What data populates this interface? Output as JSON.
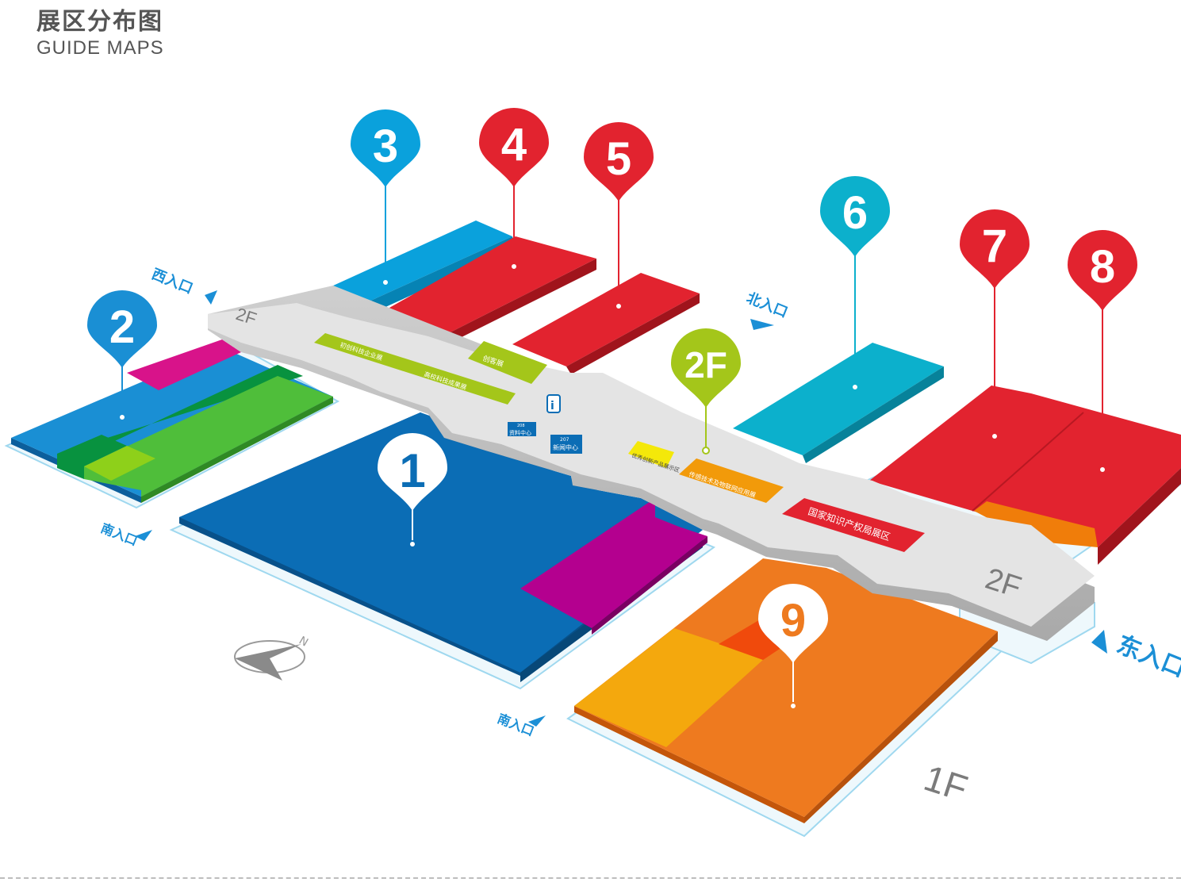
{
  "header": {
    "title_cn": "展区分布图",
    "title_en": "GUIDE MAPS"
  },
  "halls": [
    {
      "id": "1",
      "color": "#0b6db5"
    },
    {
      "id": "2",
      "color": "#1a8fd4"
    },
    {
      "id": "3",
      "color": "#0aa1dc"
    },
    {
      "id": "4",
      "color": "#e2232f"
    },
    {
      "id": "5",
      "color": "#e2232f"
    },
    {
      "id": "6",
      "color": "#0cb0cc"
    },
    {
      "id": "7",
      "color": "#e2232f"
    },
    {
      "id": "8",
      "color": "#e2232f"
    },
    {
      "id": "9",
      "color": "#ee7a1f"
    }
  ],
  "level_marker": {
    "label": "2F",
    "color": "#a4c61a"
  },
  "floor_labels": {
    "upper_left": "2F",
    "upper_right": "2F",
    "ground": "1F"
  },
  "entrances": {
    "west": "西入口",
    "north": "北入口",
    "east": "东入口",
    "south_left": "南入口",
    "south_center": "南入口"
  },
  "corridor_zones": {
    "green_a_1": "初创科技企业展",
    "green_a_2": "高校科技成果展",
    "green_b": "创客展",
    "yellow": "优秀创新产品展示区",
    "orange": "传感技术及物联网应用展",
    "red": "国家知识产权局展区",
    "service_1_num": "208",
    "service_1": "资料中心",
    "service_2_num": "207",
    "service_2": "新闻中心",
    "info_icon": "i"
  },
  "compass": {
    "label": "N"
  },
  "colors": {
    "blue": "#0aa1dc",
    "red": "#e2232f",
    "orange": "#ee7a1f",
    "green": "#a4c61a",
    "corridor": "#e4e4e4"
  }
}
